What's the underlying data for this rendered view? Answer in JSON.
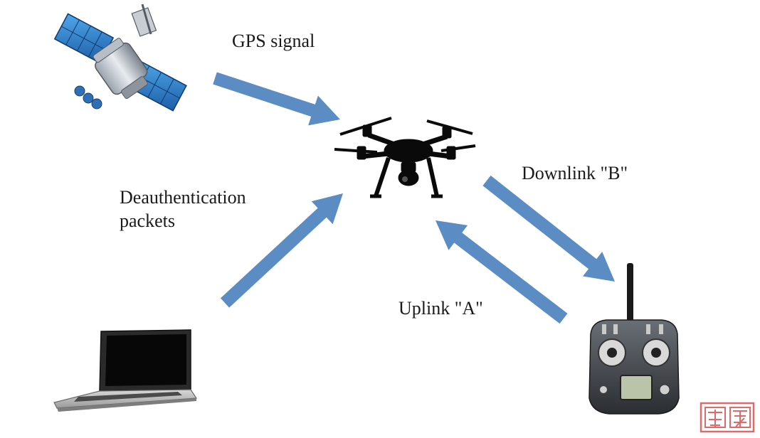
{
  "labels": {
    "gps_signal": "GPS signal",
    "deauth_line1": "Deauthentication",
    "deauth_line2": "packets",
    "downlink": "Downlink \"B\"",
    "uplink": "Uplink \"A\""
  },
  "icons": [
    "satellite-icon",
    "drone-icon",
    "laptop-icon",
    "remote-controller-icon",
    "watermark-seal"
  ],
  "colors": {
    "arrow": "#5b8cc4",
    "text": "#1a1a1a",
    "drone": "#0a0a0a",
    "watermark": "#e06a6a"
  }
}
